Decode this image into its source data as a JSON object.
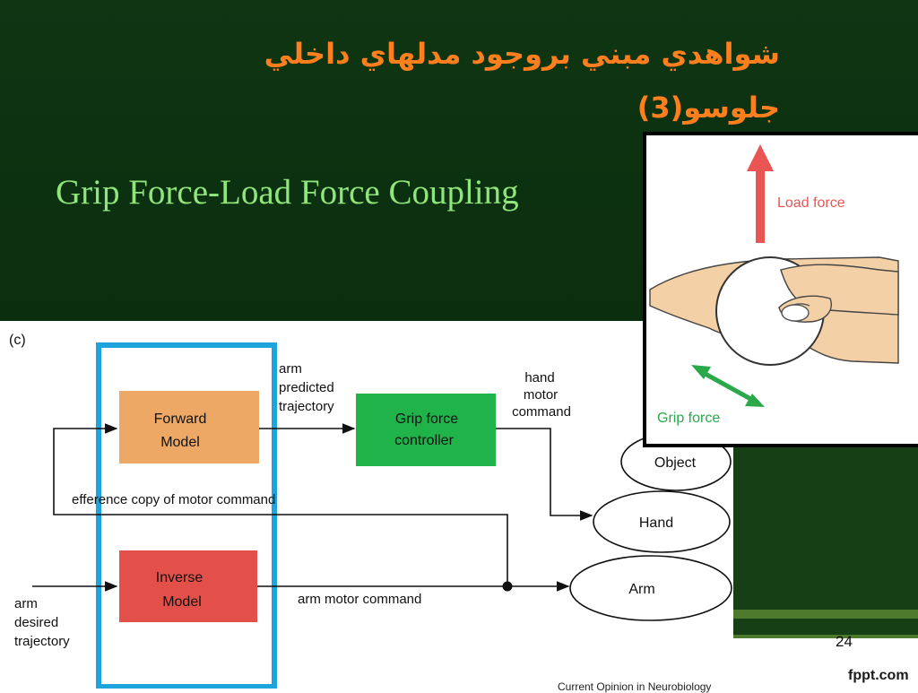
{
  "slide": {
    "title": "شواهدي مبني بروجود مدلهاي داخلي جلوسو(3)",
    "subtitle": "Grip Force-Load Force Coupling",
    "slide_number": "24",
    "logo": "fppt.com",
    "bottom_caption": "Current Opinion in Neurobiology"
  },
  "diagram": {
    "panel_label": "(c)",
    "forward_model": [
      "Forward",
      "Model"
    ],
    "inverse_model": [
      "Inverse",
      "Model"
    ],
    "grip_controller": [
      "Grip force",
      "controller"
    ],
    "object": "Object",
    "hand": "Hand",
    "arm": "Arm",
    "arm_predicted_trajectory": [
      "arm",
      "predicted",
      "trajectory"
    ],
    "hand_motor_command": [
      "hand",
      "motor",
      "command"
    ],
    "efference_copy": "efference copy of motor command",
    "arm_motor_command": "arm motor command",
    "arm_desired_trajectory": [
      "arm",
      "desired",
      "trajectory"
    ]
  },
  "illustration": {
    "load_force": "Load force",
    "grip_force": "Grip force"
  },
  "colors": {
    "title": "#ff7f1e",
    "subtitle": "#90e67b",
    "forward_model": "#eea865",
    "inverse_model": "#e3504a",
    "grip_controller": "#1fb34a",
    "highlight_box": "#1ea3dc",
    "load_arrow": "#e85553",
    "grip_arrow": "#2aa84a"
  }
}
